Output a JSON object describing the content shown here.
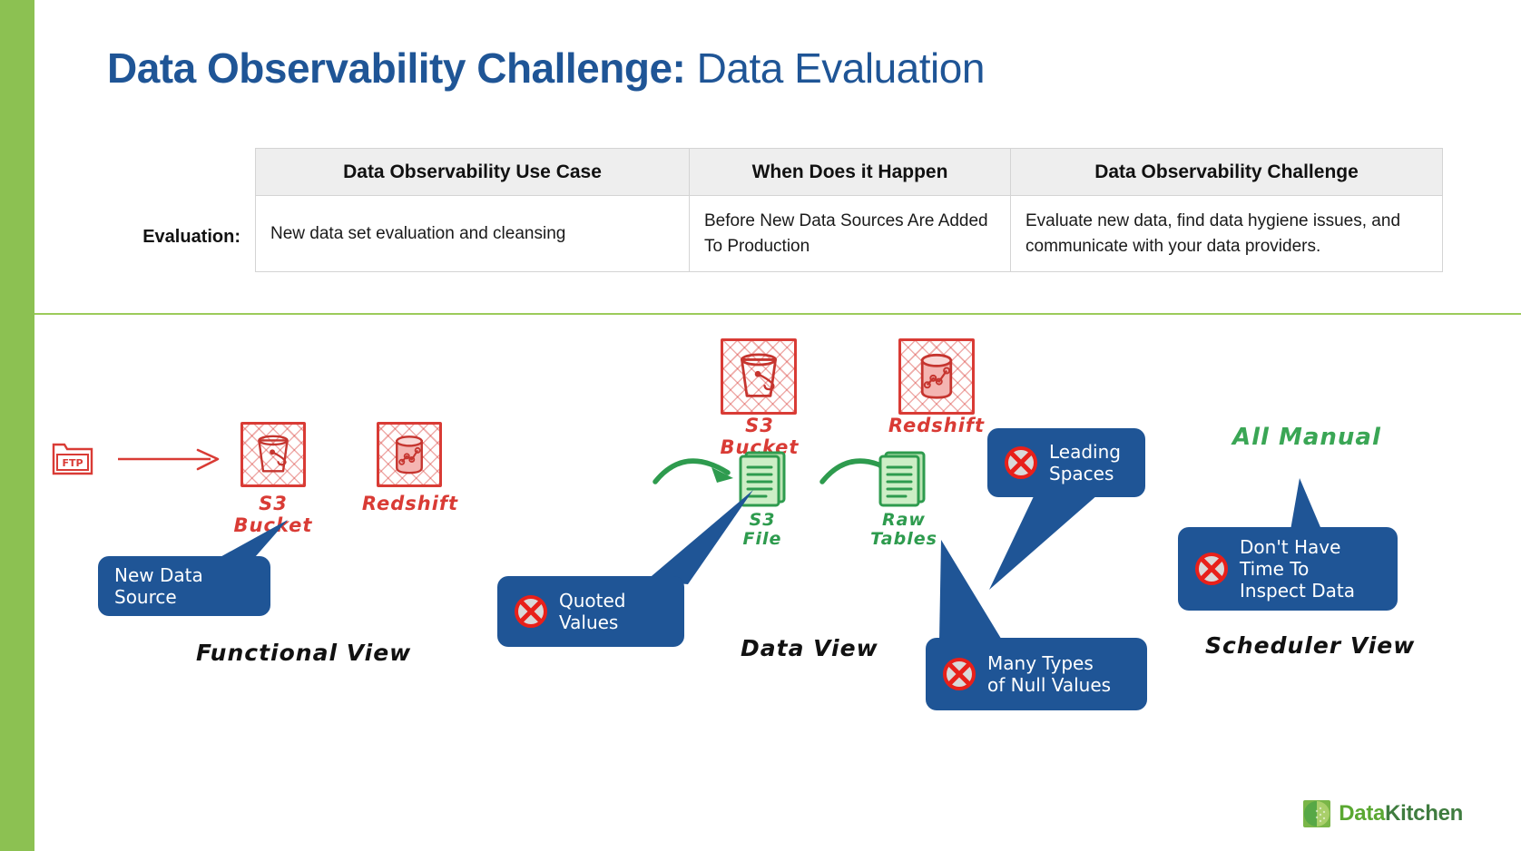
{
  "brand": {
    "accent_blue": "#1f5596",
    "accent_green": "#8cc152",
    "accent_red": "#d93b35",
    "logo_name_part1": "Data",
    "logo_name_part2": "Kitchen"
  },
  "header": {
    "title_bold": "Data Observability Challenge:",
    "title_regular": " Data Evaluation"
  },
  "table": {
    "row_label": "Evaluation:",
    "columns": [
      "Data Observability Use Case",
      "When Does it Happen",
      "Data Observability Challenge"
    ],
    "rows": [
      [
        "New data set evaluation and cleansing",
        "Before New Data Sources Are Added To Production",
        "Evaluate new data, find data hygiene issues, and communicate with your data providers."
      ]
    ]
  },
  "diagram": {
    "view_labels": {
      "functional": "Functional View",
      "data": "Data View",
      "scheduler": "Scheduler View"
    },
    "nodes": {
      "ftp": "FTP",
      "s3_bucket_left": "S3 Bucket",
      "redshift_left": "Redshift",
      "s3_bucket_mid": "S3 Bucket",
      "redshift_mid": "Redshift",
      "s3_file": "S3\nFile",
      "raw_tables": "Raw\nTables"
    },
    "annotations": {
      "all_manual": "All Manual"
    },
    "callouts": [
      {
        "name": "new-data-source",
        "text": "New Data\nSource",
        "has_x_icon": false
      },
      {
        "name": "quoted-values",
        "text": "Quoted\nValues",
        "has_x_icon": true
      },
      {
        "name": "leading-spaces",
        "text": "Leading\nSpaces",
        "has_x_icon": true
      },
      {
        "name": "many-types-of-null-values",
        "text": "Many Types\nof Null Values",
        "has_x_icon": true
      },
      {
        "name": "dont-have-time-to-inspect-data",
        "text": "Don't Have\nTime To\nInspect Data",
        "has_x_icon": true
      }
    ]
  }
}
